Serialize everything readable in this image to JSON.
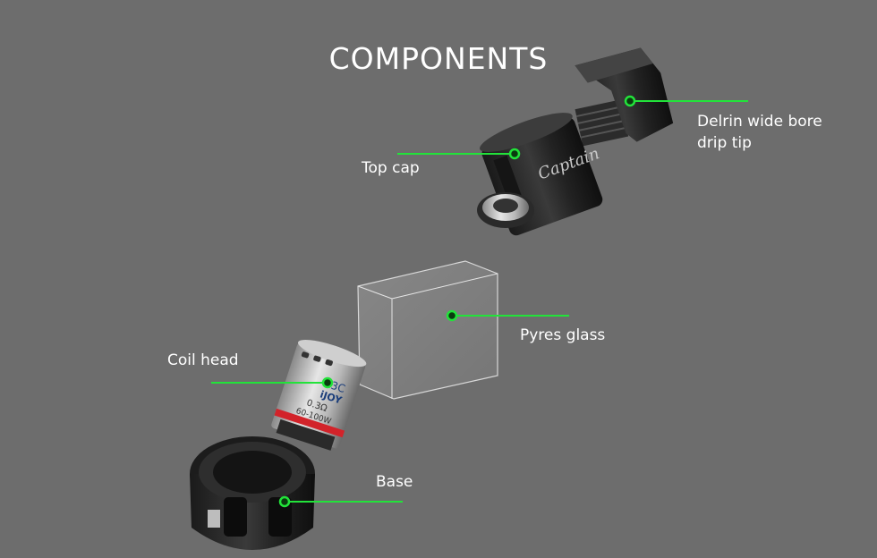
{
  "title": "COMPONENTS",
  "accent_color": "#22e33a",
  "components": {
    "drip_tip": {
      "line1": "Delrin wide bore",
      "line2": "drip tip"
    },
    "top_cap": {
      "label": "Top cap",
      "engraving": "Captain"
    },
    "glass": {
      "label": "Pyres glass"
    },
    "coil_head": {
      "label": "Coil head",
      "markings": {
        "series": "X3C",
        "brand": "iJOY",
        "resistance": "0.3Ω",
        "wattage": "60-100W"
      }
    },
    "base": {
      "label": "Base"
    }
  }
}
